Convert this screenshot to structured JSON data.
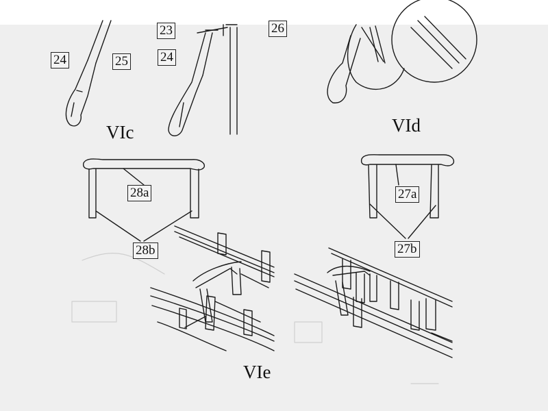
{
  "section_titles": {
    "vic": "VIc",
    "vid": "VId",
    "vie": "VIe"
  },
  "part_labels": {
    "p23": "23",
    "p26": "26",
    "p24a": "24",
    "p25": "25",
    "p24b": "24",
    "p28a": "28a",
    "p28b": "28b",
    "p27a": "27a",
    "p27b": "27b"
  },
  "ink_color": "#1a1a1a",
  "paper_color": "#efefef"
}
